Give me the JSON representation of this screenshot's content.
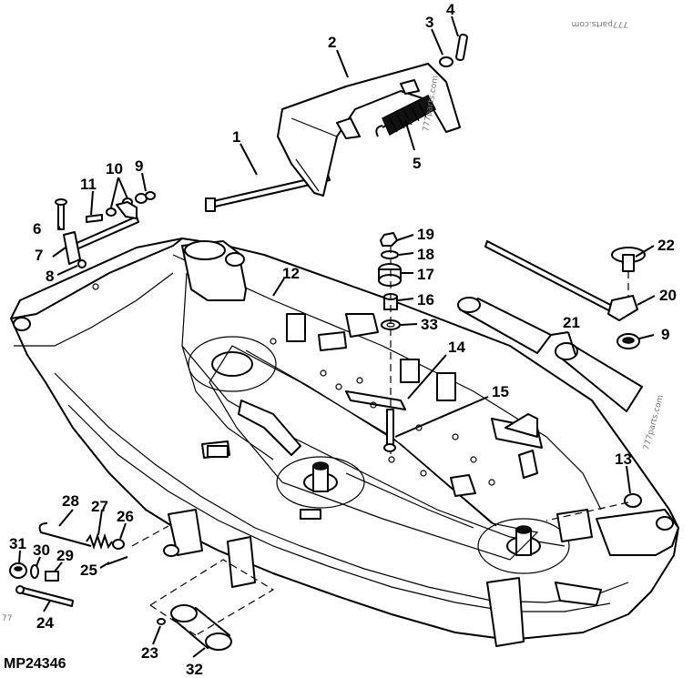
{
  "figure_code": "MP24346",
  "watermarks": [
    "777parts.com",
    "777parts.com",
    "777parts.com",
    "77"
  ],
  "callouts": {
    "c1": "1",
    "c2": "2",
    "c3": "3",
    "c4": "4",
    "c5": "5",
    "c6": "6",
    "c7": "7",
    "c8": "8",
    "c9a": "9",
    "c9b": "9",
    "c10": "10",
    "c11": "11",
    "c12": "12",
    "c13": "13",
    "c14": "14",
    "c15": "15",
    "c16": "16",
    "c17": "17",
    "c18": "18",
    "c19": "19",
    "c20": "20",
    "c21": "21",
    "c22": "22",
    "c23": "23",
    "c24": "24",
    "c25": "25",
    "c26": "26",
    "c27": "27",
    "c28": "28",
    "c29": "29",
    "c30": "30",
    "c31": "31",
    "c32": "32",
    "c33": "33"
  }
}
